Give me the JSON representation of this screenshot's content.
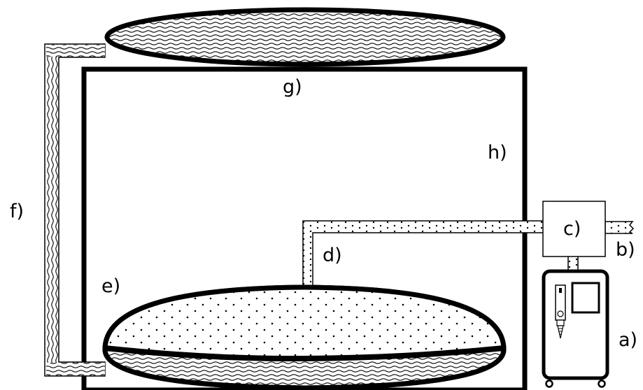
{
  "labels": {
    "a": "a)",
    "b": "b)",
    "c": "c)",
    "d": "d)",
    "e": "e)",
    "f": "f)",
    "g": "g)",
    "h": "h)"
  },
  "colors": {
    "stroke": "#000000",
    "background": "#ffffff"
  },
  "patterns": {
    "wavy": "wave-hatch",
    "dotted": "dot-stipple"
  }
}
